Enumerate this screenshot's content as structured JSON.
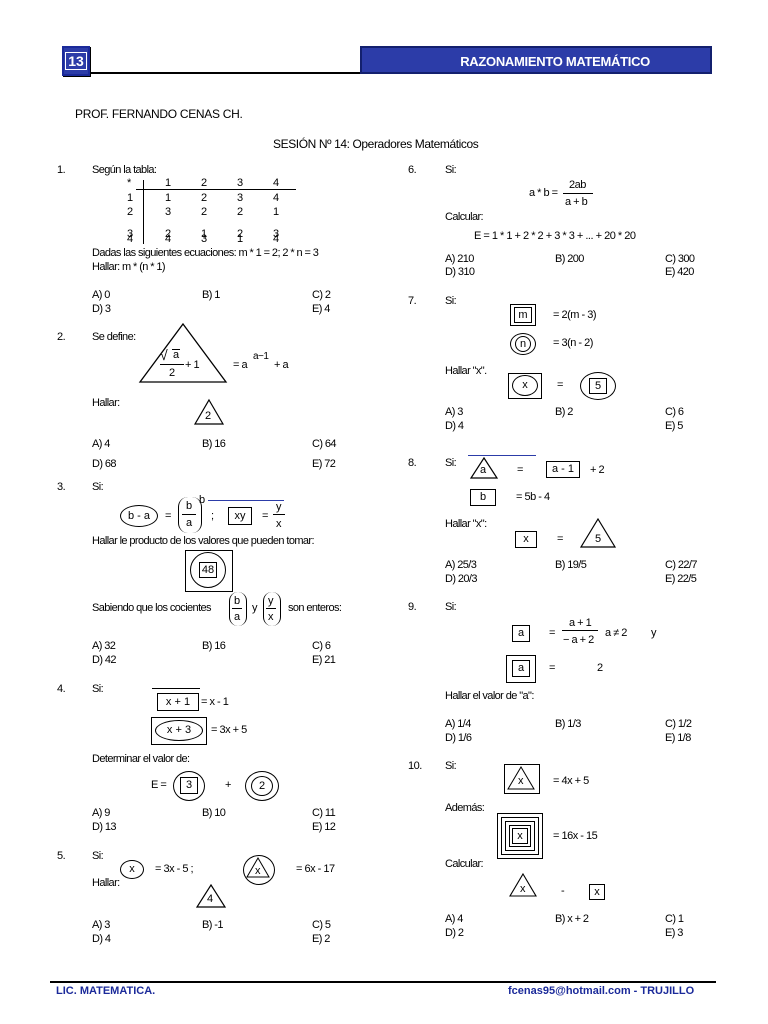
{
  "header": {
    "page_number": "13",
    "title": "RAZONAMIENTO MATEMÁTICO"
  },
  "author": "PROF. FERNANDO CENAS CH.",
  "session_title": "SESIÓN Nº 14: Operadores Matemáticos",
  "footer": {
    "left": "LIC. MATEMATICA.",
    "right": "fcenas95@hotmail.com - TRUJILLO"
  },
  "p1": {
    "num": "1.",
    "intro": "Según la tabla:",
    "table_header": [
      "*",
      "1",
      "2",
      "3",
      "4"
    ],
    "table_rows": [
      [
        "1",
        "1",
        "2",
        "3",
        "4"
      ],
      [
        "2",
        "3",
        "2",
        "2",
        "1"
      ],
      [
        "3",
        "2",
        "1",
        "2",
        "3"
      ],
      [
        "4",
        "4",
        "3",
        "1",
        "4"
      ]
    ],
    "given": "Dadas las siguientes ecuaciones:  m * 1 = 2; 2 * n = 3",
    "ask": "Hallar: m * (n * 1)",
    "options": [
      "A) 0",
      "B) 1",
      "C) 2",
      "D) 3",
      "E) 4"
    ]
  },
  "p2": {
    "num": "2.",
    "intro": "Se define:",
    "tri_num": "a",
    "tri_den": "2",
    "tri_plus": "+ 1",
    "rhs_a": "= a",
    "rhs_exp": "a−1",
    "rhs_b": "+ a",
    "ask": "Hallar:",
    "ask_val": "2",
    "options": [
      "A) 4",
      "B) 16",
      "C) 64",
      "D) 68",
      "E) 72"
    ]
  },
  "p3": {
    "num": "3.",
    "intro": "Si:",
    "oval": "b - a",
    "eq1": "=",
    "paren_num": "b",
    "paren_den": "a",
    "exp": "b",
    "semi": ";",
    "box": "xy",
    "eq2": "=",
    "f_num": "y",
    "f_den": "x",
    "text1": "Hallar le producto de los valores que pueden tomar:",
    "val": "48",
    "text2": "Sabiendo que los cocientes",
    "q1_num": "b",
    "q1_den": "a",
    "y": "y",
    "q2_num": "y",
    "q2_den": "x",
    "text3": "son enteros:",
    "options": [
      "A) 32",
      "B) 16",
      "C) 6",
      "D) 42",
      "E) 21"
    ]
  },
  "p4": {
    "num": "4.",
    "intro": "Si:",
    "box1": "x + 1",
    "rhs1": "= x - 1",
    "box2": "x + 3",
    "rhs2": "= 3x + 5",
    "ask": "Determinar el valor de:",
    "e": "E =",
    "v1": "3",
    "plus": "+",
    "v2": "2",
    "options": [
      "A) 9",
      "B) 10",
      "C) 11",
      "D) 13",
      "E) 12"
    ]
  },
  "p5": {
    "num": "5.",
    "intro": "Si:",
    "c": "x",
    "rhs1": "=  3x - 5  ;",
    "t": "x",
    "rhs2": "=     6x - 17",
    "ask": "Hallar:",
    "ask_val": "4",
    "options": [
      "A) 3",
      "B) -1",
      "C) 5",
      "D) 4",
      "E) 2"
    ]
  },
  "p6": {
    "num": "6.",
    "intro": "Si:",
    "lhs": "a * b =",
    "f_num": "2ab",
    "f_den": "a + b",
    "ask": "Calcular:",
    "expr": "E = 1 * 1 + 2 * 2 + 3 * 3 + ... + 20 * 20",
    "options": [
      "A) 210",
      "B) 200",
      "C) 300",
      "D) 310",
      "E) 420"
    ]
  },
  "p7": {
    "num": "7.",
    "intro": "Si:",
    "box": "m",
    "rhs1": "= 2(m - 3)",
    "c": "n",
    "rhs2": "= 3(n - 2)",
    "ask": "Hallar \"x\".",
    "x": "x",
    "eq": "=",
    "val": "5",
    "options": [
      "A) 3",
      "B) 2",
      "C) 6",
      "D) 4",
      "E) 5"
    ]
  },
  "p8": {
    "num": "8.",
    "intro": "Si:",
    "t": "a",
    "eq": "=",
    "box": "a - 1",
    "plus": "+ 2",
    "box2": "b",
    "rhs2": "= 5b - 4",
    "ask": "Hallar \"x\":",
    "x": "x",
    "eq2": "=",
    "val": "5",
    "options": [
      "A) 25/3",
      "B) 19/5",
      "C) 22/7",
      "D) 20/3",
      "E) 22/5"
    ]
  },
  "p9": {
    "num": "9.",
    "intro": "Si:",
    "box": "a",
    "eq": "=",
    "f_num": "a + 1",
    "f_den": "− a + 2",
    "cond": "a ≠ 2",
    "y": "y",
    "box2": "a",
    "eq2": "=",
    "val": "2",
    "ask": "Hallar el valor de \"a\":",
    "options": [
      "A) 1/4",
      "B) 1/3",
      "C) 1/2",
      "D) 1/6",
      "E) 1/8"
    ]
  },
  "p10": {
    "num": "10.",
    "intro": "Si:",
    "t": "x",
    "rhs1": "=  4x + 5",
    "also": "Además:",
    "x": "x",
    "rhs2": "=  16x - 15",
    "ask": "Calcular:",
    "t2": "x",
    "minus": "-",
    "box": "x",
    "options": [
      "A) 4",
      "B) x + 2",
      "C) 1",
      "D) 2",
      "E) 3"
    ]
  }
}
